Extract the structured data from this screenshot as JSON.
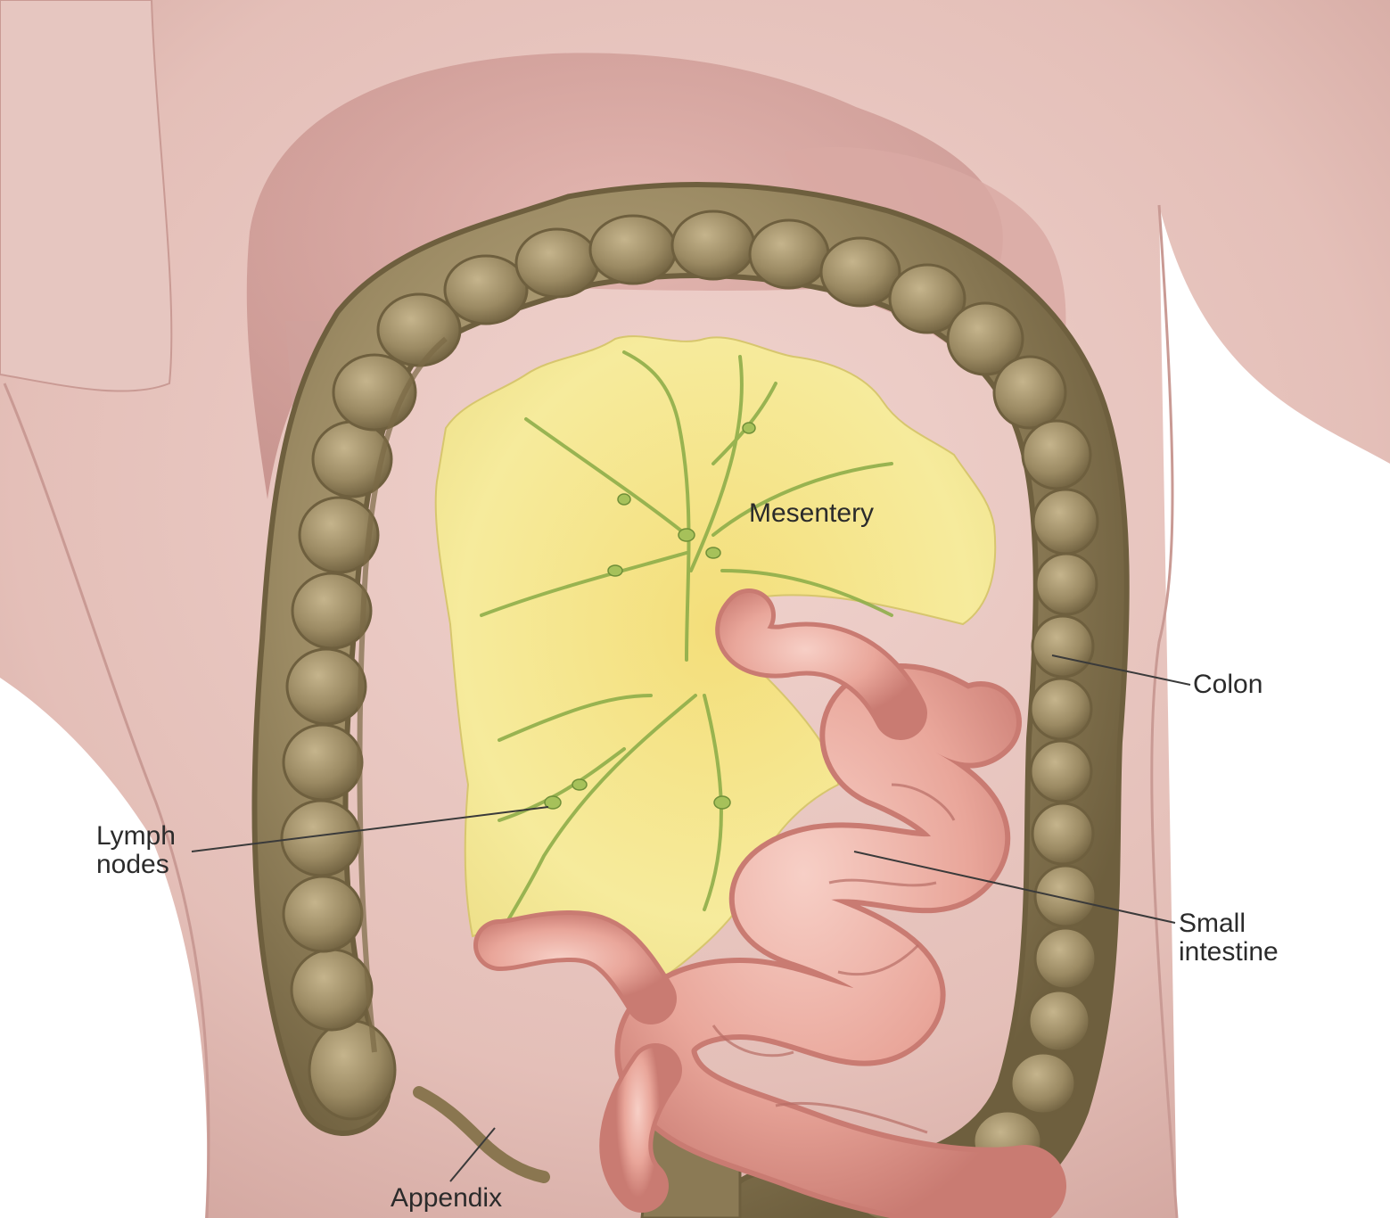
{
  "labels": {
    "mesentery": "Mesentery",
    "colon": "Colon",
    "lymph_nodes": "Lymph\nnodes",
    "small_intestine": "Small\nintestine",
    "appendix": "Appendix"
  },
  "colors": {
    "skin": "#e9c9c3",
    "skin_shadow": "#c99a94",
    "colon": "#9b8a63",
    "colon_dark": "#6e5f3e",
    "mesentery": "#f2e48a",
    "lymph_vessels": "#8fae4a",
    "small_intestine": "#e9a69a",
    "small_intestine_dark": "#c97b72",
    "label_text": "#2b2b2b"
  }
}
